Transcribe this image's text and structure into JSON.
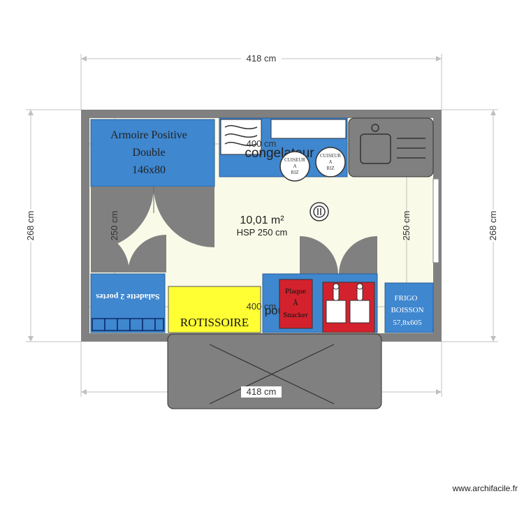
{
  "colors": {
    "wall": "#808080",
    "floor": "#fafae8",
    "blue": "#3f87cf",
    "gray_furniture": "#808080",
    "yellow": "#ffff33",
    "red": "#d3222d",
    "dim_line": "#c0c0c0"
  },
  "dimensions": {
    "top_outer": "418 cm",
    "bottom_outer": "418 cm",
    "left_outer": "268 cm",
    "right_outer": "268 cm",
    "inner_top": "400 cm",
    "inner_bottom": "400 cm",
    "inner_left": "250 cm",
    "inner_right": "250 cm"
  },
  "room": {
    "area": "10,01 m²",
    "height": "HSP 250 cm"
  },
  "furniture": {
    "armoire_line1": "Armoire Positive",
    "armoire_line2": "Double",
    "armoire_line3": "146x80",
    "congelateur": "congelateur",
    "cuiseur_1": [
      "CUISEUR",
      "A",
      "RIZ"
    ],
    "cuiseur_2": [
      "CUISEUR",
      "A",
      "RIZ"
    ],
    "saladette": "Saladette 2 portes",
    "rotissoire": "ROTISSOIRE",
    "plaque_line1": "Plaque",
    "plaque_line2": "Ã",
    "plaque_line3": "Snacker",
    "frigo_line1": "FRIGO",
    "frigo_line2": "BOISSON",
    "frigo_line3": "57,8x605"
  },
  "watermark": "www.archifacile.fr"
}
